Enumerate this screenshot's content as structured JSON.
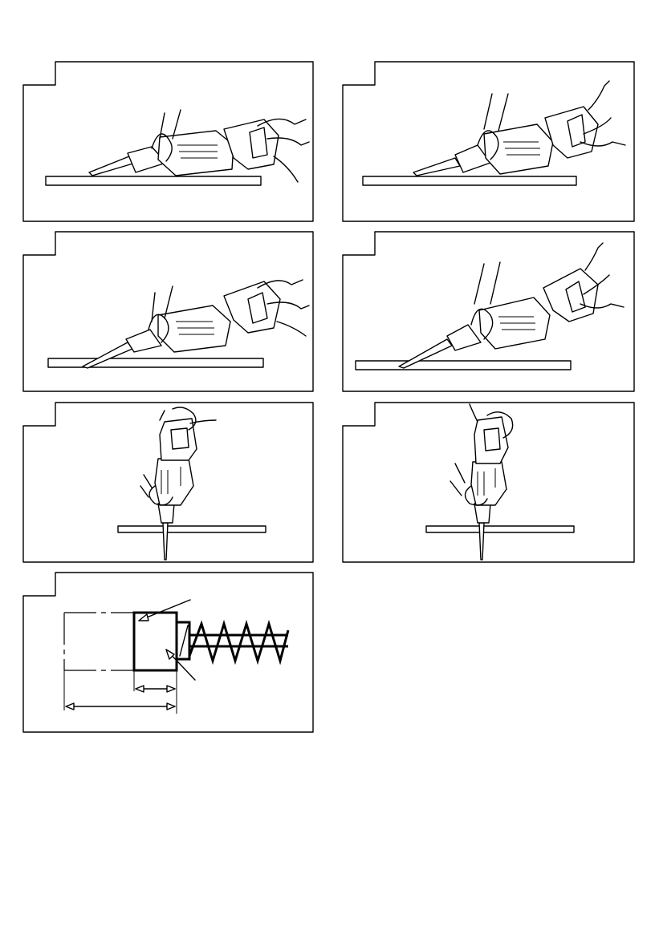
{
  "figures": [
    {
      "id": "fig1",
      "number": "",
      "subject": "reciprocating-saw-horizontal-cut"
    },
    {
      "id": "fig2",
      "number": "",
      "subject": "reciprocating-saw-horizontal-cut-raised"
    },
    {
      "id": "fig3",
      "number": "",
      "subject": "reciprocating-saw-angled-plunge"
    },
    {
      "id": "fig4",
      "number": "",
      "subject": "reciprocating-saw-angled-plunge-raised"
    },
    {
      "id": "fig5",
      "number": "",
      "subject": "reciprocating-saw-vertical-cut"
    },
    {
      "id": "fig6",
      "number": "",
      "subject": "reciprocating-saw-vertical-cut-inverted"
    },
    {
      "id": "fig7",
      "number": "",
      "subject": "carbon-brush-wear-limit-diagram"
    }
  ]
}
